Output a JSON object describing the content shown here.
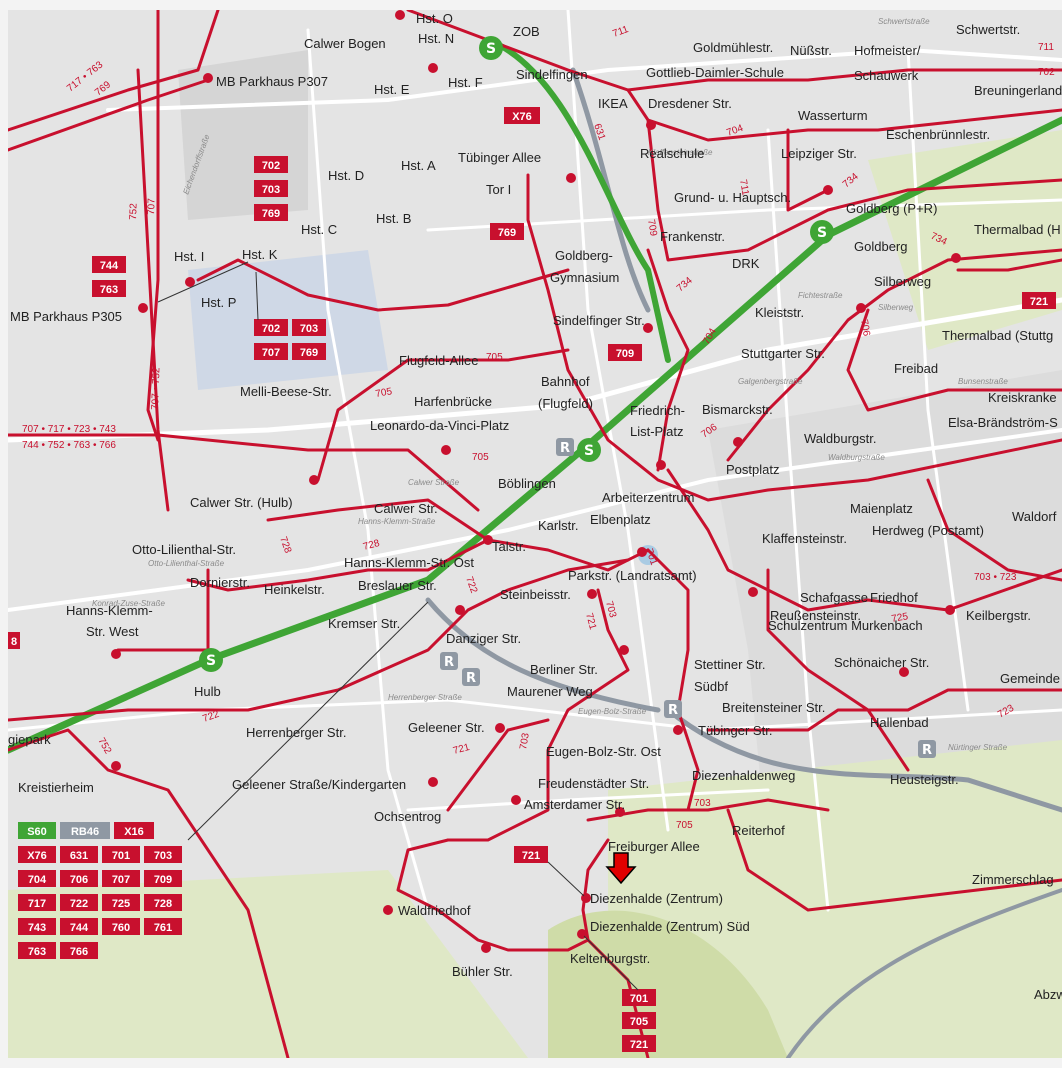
{
  "map": {
    "stops": [
      {
        "id": "hst-o",
        "label": "Hst. O"
      },
      {
        "id": "hst-n",
        "label": "Hst. N"
      },
      {
        "id": "zob",
        "label": "ZOB"
      },
      {
        "id": "calwer-bogen",
        "label": "Calwer Bogen"
      },
      {
        "id": "mb-parkhaus-p307",
        "label": "MB Parkhaus P307"
      },
      {
        "id": "hst-e",
        "label": "Hst. E"
      },
      {
        "id": "hst-f",
        "label": "Hst. F"
      },
      {
        "id": "sindelfingen",
        "label": "Sindelfingen"
      },
      {
        "id": "goldmuehlestr",
        "label": "Goldmühlestr."
      },
      {
        "id": "nuessstr",
        "label": "Nüßstr."
      },
      {
        "id": "hofmeister-schauwerk-1",
        "label": "Hofmeister/"
      },
      {
        "id": "hofmeister-schauwerk-2",
        "label": "Schauwerk"
      },
      {
        "id": "schwertstr",
        "label": "Schwertstr."
      },
      {
        "id": "gottlieb-daimler-schule",
        "label": "Gottlieb-Daimler-Schule"
      },
      {
        "id": "breuningerland",
        "label": "Breuningerland"
      },
      {
        "id": "ikea",
        "label": "IKEA"
      },
      {
        "id": "dresdener-str",
        "label": "Dresdener Str."
      },
      {
        "id": "wasserturm",
        "label": "Wasserturm"
      },
      {
        "id": "eschenbruennlestr",
        "label": "Eschenbrünnlestr."
      },
      {
        "id": "hst-d",
        "label": "Hst. D"
      },
      {
        "id": "hst-a",
        "label": "Hst. A"
      },
      {
        "id": "tuebinger-allee",
        "label": "Tübinger Allee"
      },
      {
        "id": "realschule",
        "label": "Realschule"
      },
      {
        "id": "leipziger-str",
        "label": "Leipziger Str."
      },
      {
        "id": "tor-i",
        "label": "Tor I"
      },
      {
        "id": "grund-hauptsch",
        "label": "Grund- u. Hauptsch."
      },
      {
        "id": "goldberg-pr",
        "label": "Goldberg (P+R)"
      },
      {
        "id": "hst-c",
        "label": "Hst. C"
      },
      {
        "id": "hst-b",
        "label": "Hst. B"
      },
      {
        "id": "frankenstr",
        "label": "Frankenstr."
      },
      {
        "id": "thermalbad-h",
        "label": "Thermalbad (H"
      },
      {
        "id": "hst-i",
        "label": "Hst. I"
      },
      {
        "id": "hst-k",
        "label": "Hst. K"
      },
      {
        "id": "goldberg-gym-1",
        "label": "Goldberg-"
      },
      {
        "id": "goldberg-gym-2",
        "label": "Gymnasium"
      },
      {
        "id": "drk",
        "label": "DRK"
      },
      {
        "id": "goldberg",
        "label": "Goldberg"
      },
      {
        "id": "silberweg",
        "label": "Silberweg"
      },
      {
        "id": "hst-p",
        "label": "Hst. P"
      },
      {
        "id": "mb-parkhaus-p305",
        "label": "MB Parkhaus P305"
      },
      {
        "id": "sindelfinger-str",
        "label": "Sindelfinger Str."
      },
      {
        "id": "kleiststr",
        "label": "Kleiststr."
      },
      {
        "id": "thermalbad-stuttg",
        "label": "Thermalbad (Stuttg"
      },
      {
        "id": "stuttgarter-str",
        "label": "Stuttgarter Str."
      },
      {
        "id": "flugfeld-allee",
        "label": "Flugfeld-Allee"
      },
      {
        "id": "freibad",
        "label": "Freibad"
      },
      {
        "id": "bahnhof-flugfeld-1",
        "label": "Bahnhof"
      },
      {
        "id": "bahnhof-flugfeld-2",
        "label": "(Flugfeld)"
      },
      {
        "id": "melli-beese-str",
        "label": "Melli-Beese-Str."
      },
      {
        "id": "harfenbruecke",
        "label": "Harfenbrücke"
      },
      {
        "id": "friedrich-list-platz-1",
        "label": "Friedrich-"
      },
      {
        "id": "friedrich-list-platz-2",
        "label": "List-Platz"
      },
      {
        "id": "bismarckstr",
        "label": "Bismarckstr."
      },
      {
        "id": "kreiskrankenhaus",
        "label": "Kreiskranke"
      },
      {
        "id": "leonardo-da-vinci-platz",
        "label": "Leonardo-da-Vinci-Platz"
      },
      {
        "id": "waldburgstr",
        "label": "Waldburgstr."
      },
      {
        "id": "elsa-braendstroem",
        "label": "Elsa-Brändström-S"
      },
      {
        "id": "postplatz",
        "label": "Postplatz"
      },
      {
        "id": "boeblingen",
        "label": "Böblingen"
      },
      {
        "id": "arbeiterzentrum",
        "label": "Arbeiterzentrum"
      },
      {
        "id": "calwer-str-hulb",
        "label": "Calwer Str. (Hulb)"
      },
      {
        "id": "calwer-str",
        "label": "Calwer Str."
      },
      {
        "id": "maienplatz",
        "label": "Maienplatz"
      },
      {
        "id": "karlstr",
        "label": "Karlstr."
      },
      {
        "id": "elbenplatz",
        "label": "Elbenplatz"
      },
      {
        "id": "waldorf",
        "label": "Waldorf"
      },
      {
        "id": "herdweg-postamt",
        "label": "Herdweg (Postamt)"
      },
      {
        "id": "klaffensteinstr",
        "label": "Klaffensteinstr."
      },
      {
        "id": "otto-lilienthal-str",
        "label": "Otto-Lilienthal-Str."
      },
      {
        "id": "talstr",
        "label": "Talstr."
      },
      {
        "id": "hanns-klemm-str-ost",
        "label": "Hanns-Klemm-Str. Ost"
      },
      {
        "id": "dornierstr",
        "label": "Dornierstr."
      },
      {
        "id": "heinkelstr",
        "label": "Heinkelstr."
      },
      {
        "id": "breslauer-str",
        "label": "Breslauer Str."
      },
      {
        "id": "parkstr-landratsamt",
        "label": "Parkstr. (Landratsamt)"
      },
      {
        "id": "schafgasse",
        "label": "Schafgasse"
      },
      {
        "id": "friedhof",
        "label": "Friedhof"
      },
      {
        "id": "hanns-klemm-str-west-1",
        "label": "Hanns-Klemm-"
      },
      {
        "id": "hanns-klemm-str-west-2",
        "label": "Str. West"
      },
      {
        "id": "steinbeisstr",
        "label": "Steinbeisstr."
      },
      {
        "id": "reussensteinstr",
        "label": "Reußensteinstr."
      },
      {
        "id": "keilbergstr",
        "label": "Keilbergstr."
      },
      {
        "id": "kremser-str",
        "label": "Kremser Str."
      },
      {
        "id": "schulzentrum-murkenbach",
        "label": "Schulzentrum Murkenbach"
      },
      {
        "id": "danziger-str",
        "label": "Danziger Str."
      },
      {
        "id": "hulb",
        "label": "Hulb"
      },
      {
        "id": "berliner-str",
        "label": "Berliner Str."
      },
      {
        "id": "stettiner-str",
        "label": "Stettiner Str."
      },
      {
        "id": "schoenaicher-str",
        "label": "Schönaicher Str."
      },
      {
        "id": "suedbf",
        "label": "Südbf"
      },
      {
        "id": "maurener-weg",
        "label": "Maurener Weg"
      },
      {
        "id": "gemeinde",
        "label": "Gemeinde"
      },
      {
        "id": "breitensteiner-str",
        "label": "Breitensteiner Str."
      },
      {
        "id": "geleener-str",
        "label": "Geleener Str."
      },
      {
        "id": "herrenberger-str",
        "label": "Herrenberger Str."
      },
      {
        "id": "tuebinger-str",
        "label": "Tübinger Str."
      },
      {
        "id": "hallenbad",
        "label": "Hallenbad"
      },
      {
        "id": "giepark",
        "label": "giepark"
      },
      {
        "id": "eugen-bolz-str-ost",
        "label": "Eugen-Bolz-Str. Ost"
      },
      {
        "id": "diezenhaldenweg",
        "label": "Diezenhaldenweg"
      },
      {
        "id": "heusteigstr",
        "label": "Heusteigstr."
      },
      {
        "id": "kreistierheim",
        "label": "Kreistierheim"
      },
      {
        "id": "geleener-strasse-kindergarten",
        "label": "Geleener Straße/Kindergarten"
      },
      {
        "id": "freudenstaedter-str",
        "label": "Freudenstädter Str."
      },
      {
        "id": "amsterdamer-str",
        "label": "Amsterdamer Str."
      },
      {
        "id": "ochsentrog",
        "label": "Ochsentrog"
      },
      {
        "id": "reiterhof",
        "label": "Reiterhof"
      },
      {
        "id": "freiburger-allee",
        "label": "Freiburger Allee"
      },
      {
        "id": "zimmerschlag",
        "label": "Zimmerschlag"
      },
      {
        "id": "diezenhalde-zentrum",
        "label": "Diezenhalde (Zentrum)"
      },
      {
        "id": "waldfriedhof",
        "label": "Waldfriedhof"
      },
      {
        "id": "diezenhalde-zentrum-sued",
        "label": "Diezenhalde (Zentrum) Süd"
      },
      {
        "id": "keltenburgstr",
        "label": "Keltenburgstr."
      },
      {
        "id": "buehler-str",
        "label": "Bühler Str."
      },
      {
        "id": "abzw",
        "label": "Abzw"
      }
    ],
    "route_numbers": [
      {
        "id": "717-763",
        "label": "717 • 763"
      },
      {
        "id": "769",
        "label": "769"
      },
      {
        "id": "711a",
        "label": "711"
      },
      {
        "id": "711b",
        "label": "711"
      },
      {
        "id": "702",
        "label": "702"
      },
      {
        "id": "631",
        "label": "631"
      },
      {
        "id": "704",
        "label": "704"
      },
      {
        "id": "711c",
        "label": "711"
      },
      {
        "id": "734a",
        "label": "734"
      },
      {
        "id": "734b",
        "label": "734"
      },
      {
        "id": "709",
        "label": "709"
      },
      {
        "id": "752a",
        "label": "752"
      },
      {
        "id": "707a",
        "label": "707"
      },
      {
        "id": "734c",
        "label": "734"
      },
      {
        "id": "706",
        "label": "706"
      },
      {
        "id": "704b",
        "label": "704"
      },
      {
        "id": "707-752",
        "label": "707 • 752"
      },
      {
        "id": "705a",
        "label": "705"
      },
      {
        "id": "705b",
        "label": "705"
      },
      {
        "id": "707-717-723-743",
        "label": "707 • 717 • 723 • 743"
      },
      {
        "id": "744-752-763-766",
        "label": "744 • 752 • 763 • 766"
      },
      {
        "id": "706b",
        "label": "706"
      },
      {
        "id": "705c",
        "label": "705"
      },
      {
        "id": "728a",
        "label": "728"
      },
      {
        "id": "728b",
        "label": "728"
      },
      {
        "id": "722a",
        "label": "722"
      },
      {
        "id": "701",
        "label": "701"
      },
      {
        "id": "725",
        "label": "725"
      },
      {
        "id": "703-723",
        "label": "703 • 723"
      },
      {
        "id": "703",
        "label": "703"
      },
      {
        "id": "721",
        "label": "721"
      },
      {
        "id": "722b",
        "label": "722"
      },
      {
        "id": "752b",
        "label": "752"
      },
      {
        "id": "721b",
        "label": "721"
      },
      {
        "id": "703b",
        "label": "703"
      },
      {
        "id": "705d",
        "label": "705"
      },
      {
        "id": "703c",
        "label": "703"
      },
      {
        "id": "723",
        "label": "723"
      }
    ],
    "badges": [
      {
        "id": "b-x76",
        "label": "X76"
      },
      {
        "id": "b-702",
        "label": "702"
      },
      {
        "id": "b-703",
        "label": "703"
      },
      {
        "id": "b-769",
        "label": "769"
      },
      {
        "id": "b-769b",
        "label": "769"
      },
      {
        "id": "b-744",
        "label": "744"
      },
      {
        "id": "b-763",
        "label": "763"
      },
      {
        "id": "b-702b",
        "label": "702"
      },
      {
        "id": "b-703b",
        "label": "703"
      },
      {
        "id": "b-707",
        "label": "707"
      },
      {
        "id": "b-769c",
        "label": "769"
      },
      {
        "id": "b-709",
        "label": "709"
      },
      {
        "id": "b-721",
        "label": "721"
      },
      {
        "id": "b-721b",
        "label": "721"
      },
      {
        "id": "b-8",
        "label": "8"
      },
      {
        "id": "b-701c",
        "label": "701"
      },
      {
        "id": "b-705c",
        "label": "705"
      },
      {
        "id": "b-721c",
        "label": "721"
      }
    ],
    "legend_badges": [
      {
        "id": "l-s60",
        "label": "S60",
        "color": "#3fa535"
      },
      {
        "id": "l-rb46",
        "label": "RB46",
        "color": "#8f98a3"
      },
      {
        "id": "l-x16",
        "label": "X16",
        "color": "#c8102e"
      },
      {
        "id": "l-x76",
        "label": "X76",
        "color": "#c8102e"
      },
      {
        "id": "l-631",
        "label": "631",
        "color": "#c8102e"
      },
      {
        "id": "l-701",
        "label": "701",
        "color": "#c8102e"
      },
      {
        "id": "l-703",
        "label": "703",
        "color": "#c8102e"
      },
      {
        "id": "l-704",
        "label": "704",
        "color": "#c8102e"
      },
      {
        "id": "l-706",
        "label": "706",
        "color": "#c8102e"
      },
      {
        "id": "l-707",
        "label": "707",
        "color": "#c8102e"
      },
      {
        "id": "l-709",
        "label": "709",
        "color": "#c8102e"
      },
      {
        "id": "l-717",
        "label": "717",
        "color": "#c8102e"
      },
      {
        "id": "l-722",
        "label": "722",
        "color": "#c8102e"
      },
      {
        "id": "l-725",
        "label": "725",
        "color": "#c8102e"
      },
      {
        "id": "l-728",
        "label": "728",
        "color": "#c8102e"
      },
      {
        "id": "l-743",
        "label": "743",
        "color": "#c8102e"
      },
      {
        "id": "l-744",
        "label": "744",
        "color": "#c8102e"
      },
      {
        "id": "l-760",
        "label": "760",
        "color": "#c8102e"
      },
      {
        "id": "l-761",
        "label": "761",
        "color": "#c8102e"
      },
      {
        "id": "l-763",
        "label": "763",
        "color": "#c8102e"
      },
      {
        "id": "l-766",
        "label": "766",
        "color": "#c8102e"
      }
    ],
    "streets": [
      {
        "id": "s-1",
        "label": "Schwertstraße"
      },
      {
        "id": "s-2",
        "label": "Klaffensteinstraße"
      },
      {
        "id": "s-3",
        "label": "Eichendorffstraße"
      },
      {
        "id": "s-4",
        "label": "Fichtestraße"
      },
      {
        "id": "s-5",
        "label": "Galgenbergstraße"
      },
      {
        "id": "s-6",
        "label": "Bunsenstraße"
      },
      {
        "id": "s-7",
        "label": "Eugen-Bolz-Straße"
      },
      {
        "id": "s-8",
        "label": "Nürtinger Straße"
      },
      {
        "id": "s-9",
        "label": "Hanns-Klemm-Straße"
      },
      {
        "id": "s-10",
        "label": "Calwer Straße"
      },
      {
        "id": "s-11",
        "label": "Konrad-Zuse-Straße"
      },
      {
        "id": "s-12",
        "label": "Otto-Lilienthal-Straße"
      },
      {
        "id": "s-13",
        "label": "Herrenberger Straße"
      },
      {
        "id": "s-14",
        "label": "Silberweg"
      },
      {
        "id": "s-15",
        "label": "Waldburgstraße"
      }
    ],
    "symbols": {
      "s_bahn": "S",
      "park_ride": "R"
    },
    "colors": {
      "bus": "#c8102e",
      "s_bahn": "#3fa535",
      "rail": "#8f98a3",
      "road": "#ffffff",
      "greenery": "#d9e8b8"
    }
  }
}
